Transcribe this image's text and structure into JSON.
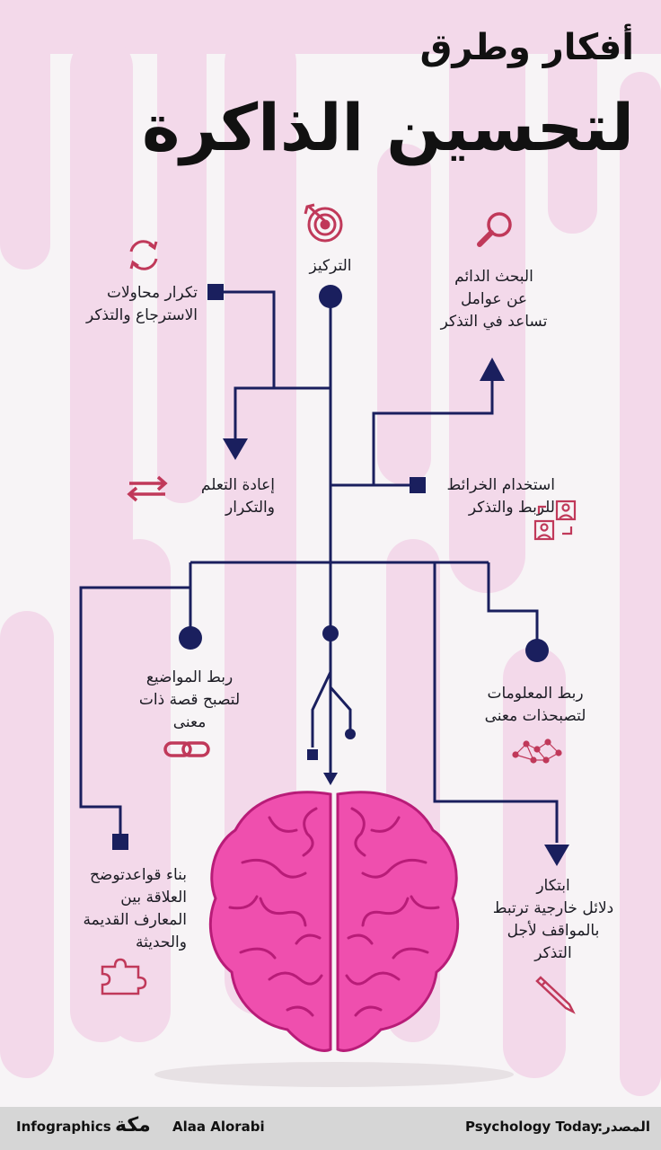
{
  "title": {
    "line1": "أفكار وطرق",
    "line2": "لتحسين الذاكرة"
  },
  "items": {
    "focus": "التركيز",
    "search": "البحث الدائم\nعن عوامل\nتساعد في التذكر",
    "retrieval": "تكرار محاولات\nالاسترجاع والتذكر",
    "relearn": "إعادة التعلم\nوالتكرار",
    "mindmaps": "استخدام الخرائط\nللربط والتذكر",
    "topics_story": "ربط المواضيع\nلتصبح قصة ذات\nمعنى",
    "meaning": "ربط المعلومات\nلتصبحذات معنى",
    "rules": "بناء قواعدتوضح\nالعلاقة بين\nالمعارف القديمة\nوالحديثة",
    "cues": "ابتكار\nدلائل خارجية ترتبط\nبالمواقف لأجل\nالتذكر"
  },
  "icons": {
    "focus": "target-icon",
    "search": "magnifier-icon",
    "retrieval": "refresh-icon",
    "relearn": "swap-arrows-icon",
    "mindmaps": "profile-map-icon",
    "topics_story": "chain-link-icon",
    "meaning": "network-icon",
    "rules": "puzzle-icon",
    "cues": "pencil-icon",
    "brain": "brain-icon"
  },
  "footer": {
    "source_label": "المصدر:",
    "source_value": "Psychology Today",
    "author": "Alaa Alorabi",
    "brand": "مكة",
    "section": "Infographics"
  },
  "colors": {
    "navy": "#1a1f5e",
    "accent": "#c0395a",
    "brain": "#ef4fae",
    "brain_line": "#b81c78",
    "bg_drip": "#f3d9ea"
  }
}
